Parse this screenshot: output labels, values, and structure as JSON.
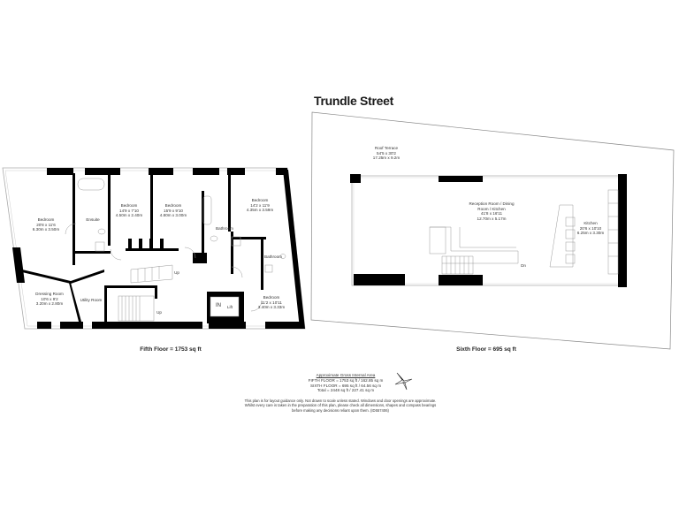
{
  "title": "Trundle Street",
  "fifth_floor": {
    "label": "Fifth Floor = 1753 sq ft",
    "rooms": [
      {
        "name": "Bedroom",
        "imperial": "20'8 x 11'6",
        "metric": "6.30m x 3.50m"
      },
      {
        "name": "Ensuite",
        "imperial": "",
        "metric": ""
      },
      {
        "name": "Bedroom",
        "imperial": "14'9 x 7'10",
        "metric": "4.50m x 2.40m"
      },
      {
        "name": "Bedroom",
        "imperial": "15'9 x 9'10",
        "metric": "4.80m x 3.00m"
      },
      {
        "name": "Bedroom",
        "imperial": "14'2 x 11'9",
        "metric": "4.35m x 3.59m"
      },
      {
        "name": "Bathroom",
        "imperial": "",
        "metric": ""
      },
      {
        "name": "Bathroom",
        "imperial": "",
        "metric": ""
      },
      {
        "name": "Dressing Room",
        "imperial": "10'6 x 9'2",
        "metric": "3.20m x 2.80m"
      },
      {
        "name": "Utility Room",
        "imperial": "",
        "metric": ""
      },
      {
        "name": "Bedroom",
        "imperial": "11'2 x 10'11",
        "metric": "3.40m x 3.33m"
      }
    ],
    "stairs": [
      "Up",
      "Up"
    ],
    "lift": {
      "in": "IN",
      "label": "Lift"
    }
  },
  "sixth_floor": {
    "label": "Sixth Floor = 695 sq ft",
    "rooms": [
      {
        "name": "Roof Terrace",
        "imperial": "54'5 x 30'2",
        "metric": "17.25m x 9.2m"
      },
      {
        "name": "Reception Room / Dining Room / Kitchen",
        "line1": "Reception Room / Dining",
        "line2": "Room / Kitchen",
        "imperial": "41'8 x 16'11",
        "metric": "12.70m x 5.17m"
      },
      {
        "name": "Kitchen",
        "imperial": "20'6 x 10'10",
        "metric": "6.25m x 3.30m"
      }
    ],
    "stairs": [
      "Dn"
    ]
  },
  "area_summary": {
    "heading": "Approximate Gross Internal Area",
    "fifth": "FIFTH FLOOR = 1753 sq ft / 162.85 sq m",
    "sixth": "SIXTH FLOOR = 695 sq ft / 64.56 sq m",
    "total": "Total = 2448 sq ft / 227.41 sq m"
  },
  "compass": {
    "letter": "N"
  },
  "disclaimer": "This plan is for layout guidance only. Not drawn to scale unless stated. Windows and door openings are approximate. Whilst every care is taken in the preparation of this plan, please check all dimensions, shapes and compass bearings before making any decisions reliant upon them. (ID557406)",
  "colors": {
    "wall": "#000000",
    "line": "#999999",
    "background": "#ffffff"
  }
}
